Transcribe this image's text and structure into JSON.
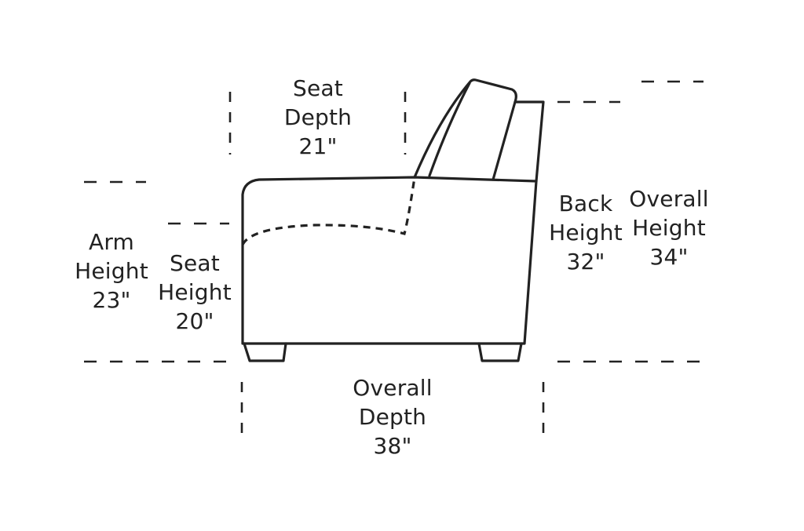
{
  "seat_depth": {
    "line1": "Seat",
    "line2": "Depth",
    "value": "21\""
  },
  "arm_height": {
    "line1": "Arm",
    "line2": "Height",
    "value": "23\""
  },
  "seat_height": {
    "line1": "Seat",
    "line2": "Height",
    "value": "20\""
  },
  "back_height": {
    "line1": "Back",
    "line2": "Height",
    "value": "32\""
  },
  "overall_height": {
    "line1": "Overall",
    "line2": "Height",
    "value": "34\""
  },
  "overall_depth": {
    "line1": "Overall",
    "line2": "Depth",
    "value": "38\""
  },
  "colors": {
    "line": "#222222",
    "background": "#ffffff"
  }
}
